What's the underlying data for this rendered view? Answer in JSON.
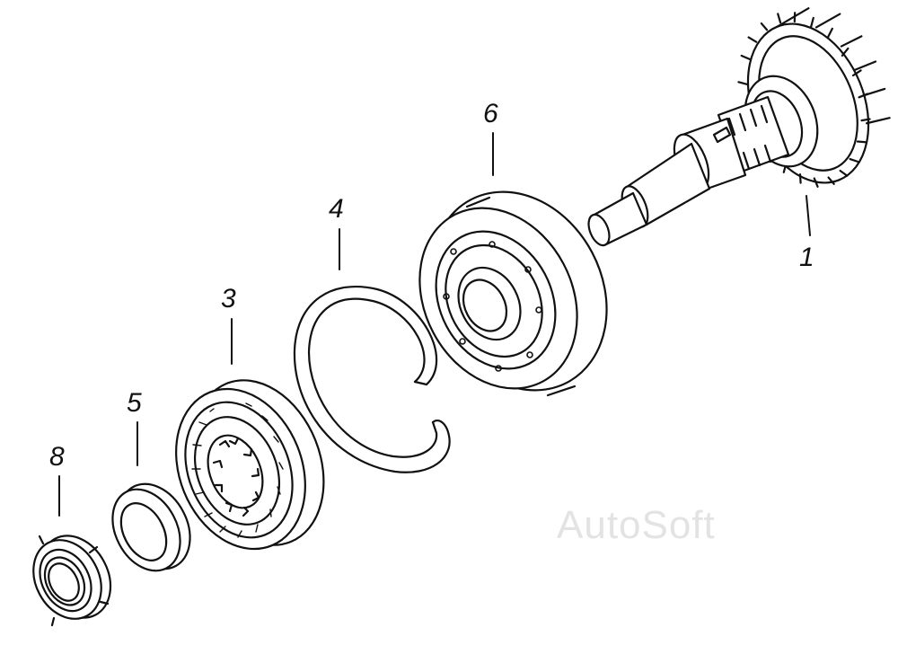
{
  "diagram": {
    "labels": {
      "shaft": "1",
      "bearing_small": "3",
      "snap_ring": "4",
      "washer": "5",
      "bearing_large": "6",
      "nut": "8"
    }
  },
  "watermark": "AutoSoft"
}
